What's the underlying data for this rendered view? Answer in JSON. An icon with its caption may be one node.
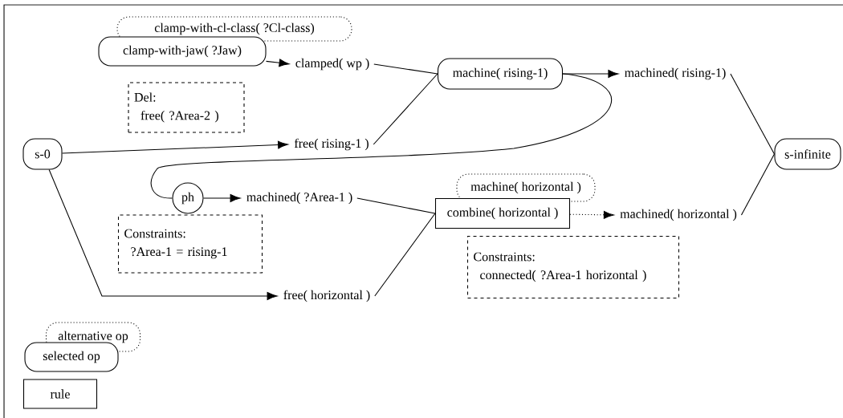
{
  "diagram": {
    "nodes": [
      {
        "text": [
          "s-0"
        ]
      },
      {
        "text": [
          "clamp-with-cl-class( ?Cl-class)"
        ]
      },
      {
        "text": [
          "clamp-with-jaw( ?Jaw)"
        ]
      },
      {
        "text": [
          "clamped( wp )"
        ]
      },
      {
        "text": [
          "Del:",
          "free( ?Area-2 )"
        ]
      },
      {
        "text": [
          "free( rising-1 )"
        ]
      },
      {
        "text": [
          "machine( rising-1)"
        ]
      },
      {
        "text": [
          "machined( rising-1)"
        ]
      },
      {
        "text": [
          "ph"
        ]
      },
      {
        "text": [
          "machined( ?Area-1 )"
        ]
      },
      {
        "text": [
          "Constraints:",
          "?Area-1 = rising-1"
        ]
      },
      {
        "text": [
          "free( horizontal )"
        ]
      },
      {
        "text": [
          "machine( horizontal )"
        ]
      },
      {
        "text": [
          "combine( horizontal )"
        ]
      },
      {
        "text": [
          "machined( horizontal )"
        ]
      },
      {
        "text": [
          "Constraints:",
          "connected( ?Area-1 horizontal )"
        ]
      },
      {
        "text": [
          "s-infinite"
        ]
      },
      {
        "text": [
          "alternative op"
        ]
      },
      {
        "text": [
          "selected op"
        ]
      },
      {
        "text": [
          "rule"
        ]
      }
    ],
    "edges": [
      {
        "from": 2,
        "to": 3,
        "arrow": "to"
      },
      {
        "from": 3,
        "to": 6,
        "arrow": "none"
      },
      {
        "from": 0,
        "to": 5,
        "arrow": "to"
      },
      {
        "from": 5,
        "to": 6,
        "arrow": "none"
      },
      {
        "from": 6,
        "to": 7,
        "arrow": "to"
      },
      {
        "from": 6,
        "to": 8,
        "arrow": "none"
      },
      {
        "from": 8,
        "to": 9,
        "arrow": "to"
      },
      {
        "from": 9,
        "to": 13,
        "arrow": "none"
      },
      {
        "from": 0,
        "to": 11,
        "arrow": "to"
      },
      {
        "from": 11,
        "to": 13,
        "arrow": "none"
      },
      {
        "from": 13,
        "to": 14,
        "arrow": "to",
        "style": "dashed"
      },
      {
        "from": 7,
        "to": 16,
        "arrow": "none"
      },
      {
        "from": 14,
        "to": 16,
        "arrow": "none"
      }
    ]
  }
}
